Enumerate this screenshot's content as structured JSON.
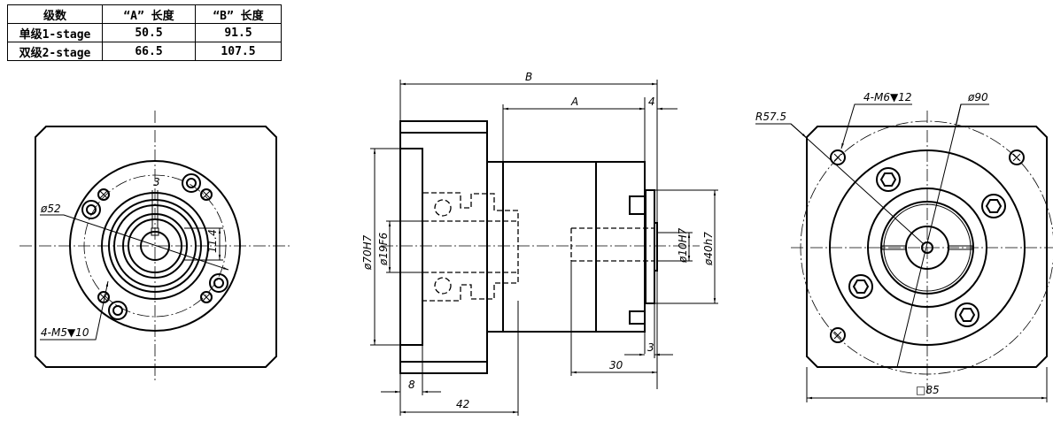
{
  "spec_table": {
    "headers": [
      "级数",
      "“A” 长度",
      "“B” 长度"
    ],
    "rows": [
      {
        "stage": "单级1-stage",
        "a": "50.5",
        "b": "91.5"
      },
      {
        "stage": "双级2-stage",
        "a": "66.5",
        "b": "107.5"
      }
    ]
  },
  "front_view": {
    "pcd_label": "ø52",
    "tap_label": "4-M5▼10",
    "key_width": "3",
    "key_height": "11.4"
  },
  "side_view": {
    "dim_b": "B",
    "dim_a": "A",
    "dim_4": "4",
    "dim_pilot": "ø70H7",
    "dim_bore": "ø19F6",
    "dim_shaft": "ø10H7",
    "dim_output": "ø40h7",
    "dim_3": "3",
    "dim_30": "30",
    "dim_8": "8",
    "dim_42": "42"
  },
  "rear_view": {
    "tap_label": "4-M6▼12",
    "pcd_label": "ø90",
    "radius_label": "R57.5",
    "square_label": "□85"
  }
}
